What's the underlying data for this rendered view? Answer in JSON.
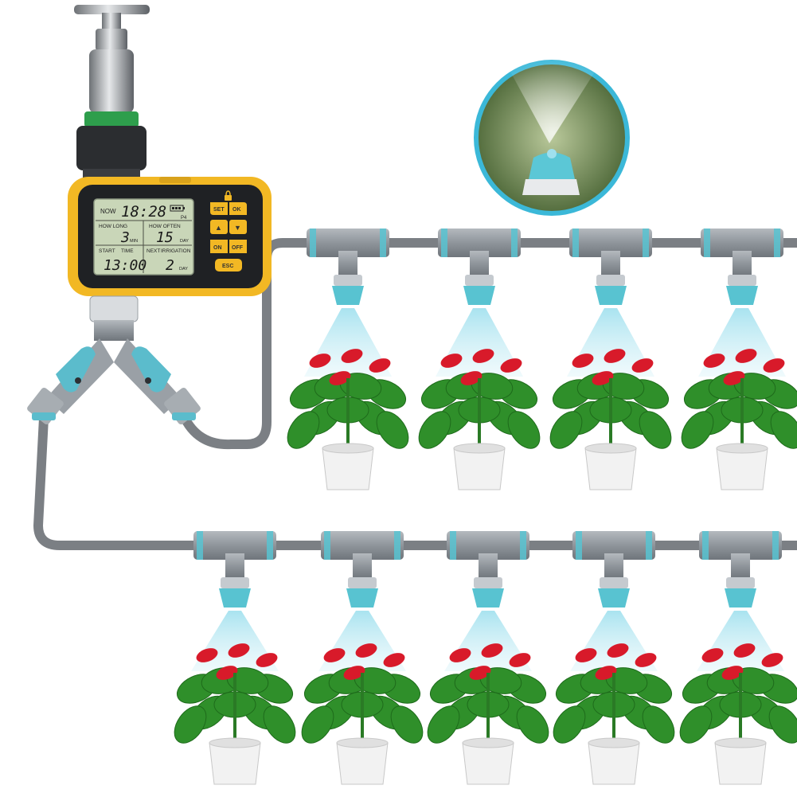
{
  "timer": {
    "now_label": "NOW",
    "now_value": "18:28",
    "program": "P4",
    "how_long_label": "HOW LONG",
    "how_long_value": "3",
    "how_long_unit": "MIN",
    "how_often_label": "HOW OFTEN",
    "how_often_value": "15",
    "how_often_unit": "DAY",
    "start_label": "START",
    "time_label": "TIME",
    "start_value": "13:00",
    "next_label": "NEXT",
    "irrigation_label": "IRRIGATION",
    "next_value": "2",
    "next_unit": "DAY",
    "buttons": {
      "set": "SET",
      "ok": "OK",
      "up": "▲",
      "down": "▼",
      "on": "ON",
      "off": "OFF",
      "esc": "ESC"
    }
  },
  "colors": {
    "housing": "#f2b824",
    "lcd": "#c9d6b8",
    "pipe": "#7b7f84",
    "fitting": "#9aa0a6",
    "nozzle": "#58c3d1",
    "spray": "#bfe8f2",
    "leaf": "#2f8f2a",
    "flower": "#d81a2a",
    "pot": "#f2f2f2"
  },
  "icons": {
    "faucet": "faucet-icon",
    "valve": "y-valve-icon",
    "nozzle": "mist-nozzle-icon",
    "plant": "anthurium-plant-icon"
  }
}
